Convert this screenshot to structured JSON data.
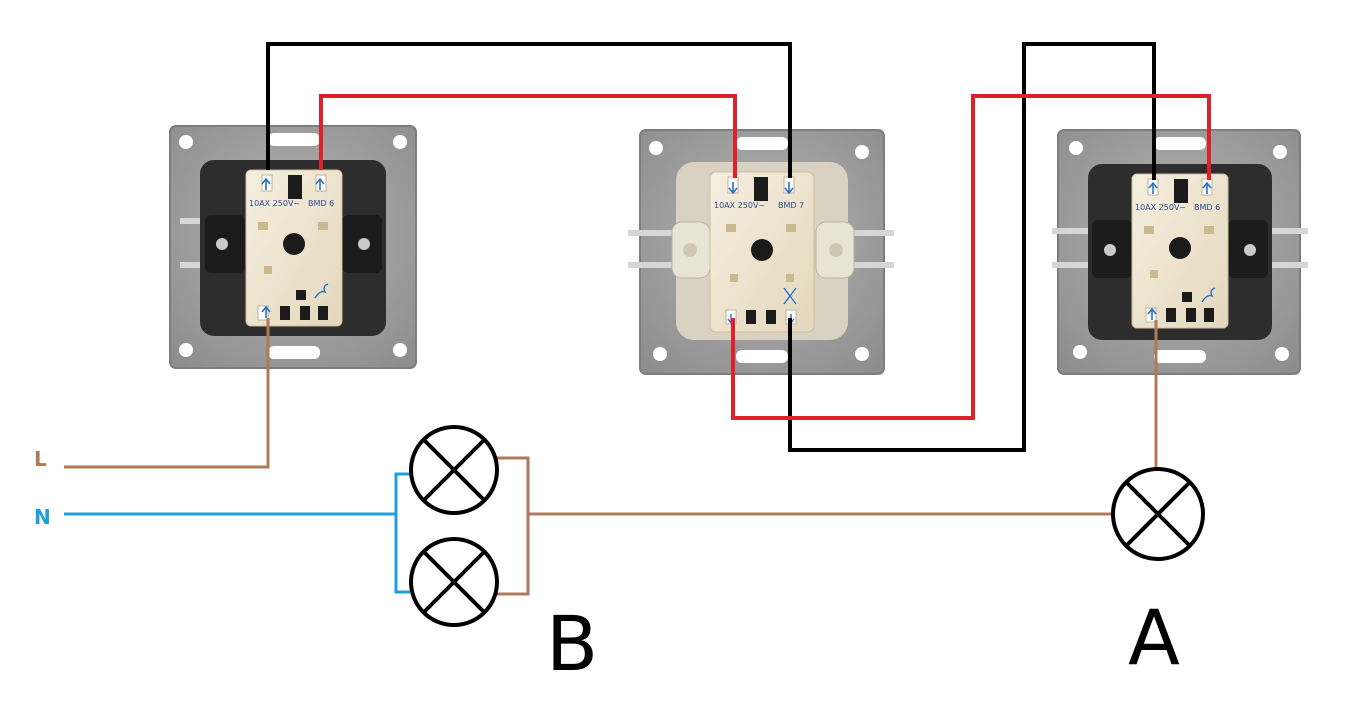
{
  "labels": {
    "live": "L",
    "neutral": "N",
    "group_b": "B",
    "group_a": "A"
  },
  "switches": [
    {
      "id": "left",
      "rating": "10AX 250V~",
      "model": "BMD 6"
    },
    {
      "id": "middle",
      "rating": "10AX 250V~",
      "model": "BMD 7"
    },
    {
      "id": "right",
      "rating": "10AX 250V~",
      "model": "BMD 6"
    }
  ],
  "colors": {
    "live_wire": "#b07a5a",
    "neutral_wire": "#1e9fdc",
    "traveler_black": "#000000",
    "traveler_red": "#e0202a",
    "live_label": "#b07a5a",
    "neutral_label": "#1e9fdc",
    "mounting_plate": "#9c9c9c",
    "switch_body": "#efe6d2"
  },
  "icons": {
    "lamp": "lamp-cross-icon",
    "terminal_arrow": "terminal-arrow-icon"
  }
}
